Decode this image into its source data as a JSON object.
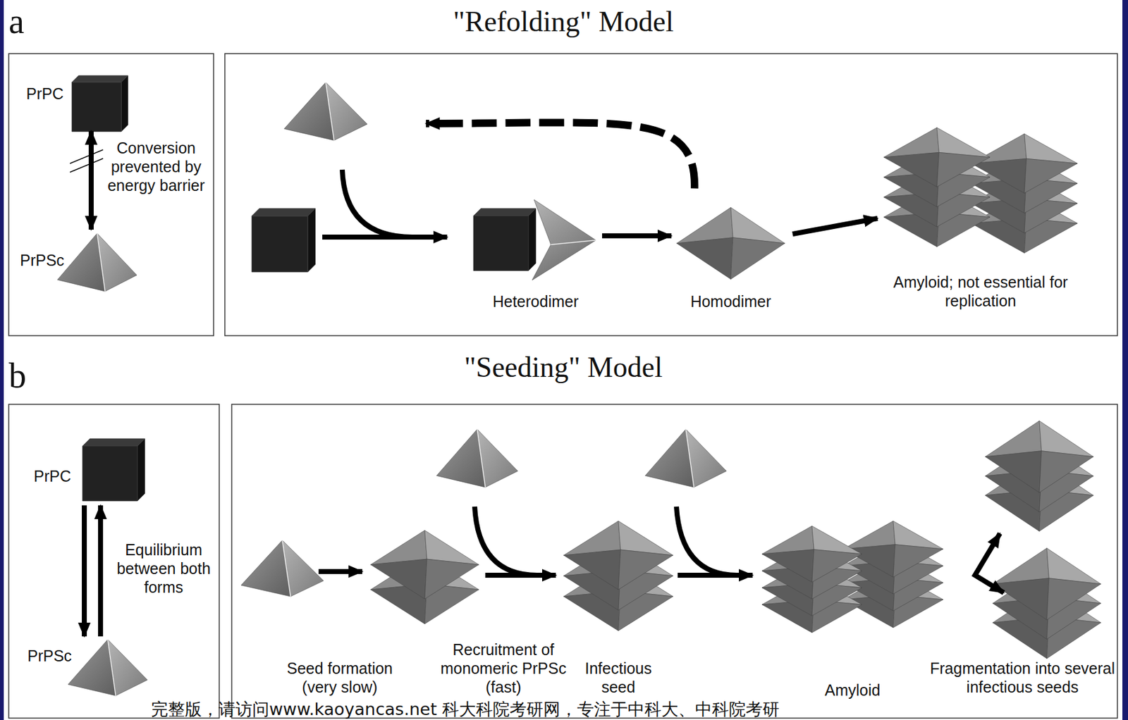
{
  "diagram": {
    "nodes": [
      {
        "text": [
          "PrPC"
        ]
      },
      {
        "text": [
          "PrPSc"
        ]
      },
      {
        "text": [
          "Heterodimer"
        ]
      },
      {
        "text": [
          "Homodimer"
        ]
      },
      {
        "text": [
          "Amyloid; not essential for replication"
        ]
      },
      {
        "text": [
          "PrPC"
        ]
      },
      {
        "text": [
          "PrPSc"
        ]
      },
      {
        "text": [
          "Infectious seed"
        ]
      },
      {
        "text": [
          "Amyloid"
        ]
      }
    ],
    "edges": [
      {
        "from": 0,
        "to": 1,
        "arrow": "both",
        "label": "Conversion prevented by energy barrier"
      },
      {
        "from": 2,
        "to": 3,
        "arrow": "to"
      },
      {
        "from": 3,
        "to": 4,
        "arrow": "to"
      },
      {
        "from": 6,
        "to": 5,
        "arrow": "to",
        "label": "Equilibrium between both forms"
      },
      {
        "from": 5,
        "to": 6,
        "arrow": "to"
      },
      {
        "from": 7,
        "to": 8,
        "arrow": "to"
      }
    ],
    "labels": [
      "a",
      "\"Refolding\" Model",
      "b",
      "\"Seeding\" Model",
      "Seed formation (very slow)",
      "Recruitment of monomeric PrPSc (fast)",
      "Fragmentation into several infectious seeds",
      "完整版，请访问www.kaoyancas.net 科大科院考研网，专注于中科大、中科院考研"
    ]
  }
}
